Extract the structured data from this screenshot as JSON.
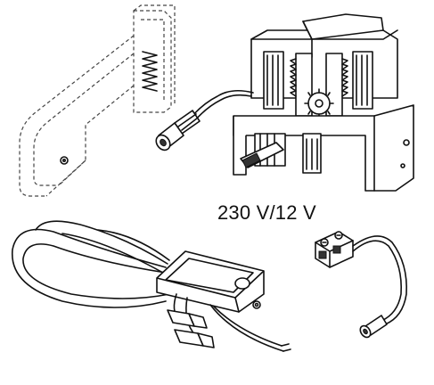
{
  "labels": {
    "voltage": "230 V/12 V"
  },
  "icons": [
    "dashed-bracket-outline",
    "actuator-unit",
    "power-supply-module",
    "terminal-block-cable"
  ],
  "colors": {
    "line": "#111111",
    "background": "#ffffff"
  }
}
